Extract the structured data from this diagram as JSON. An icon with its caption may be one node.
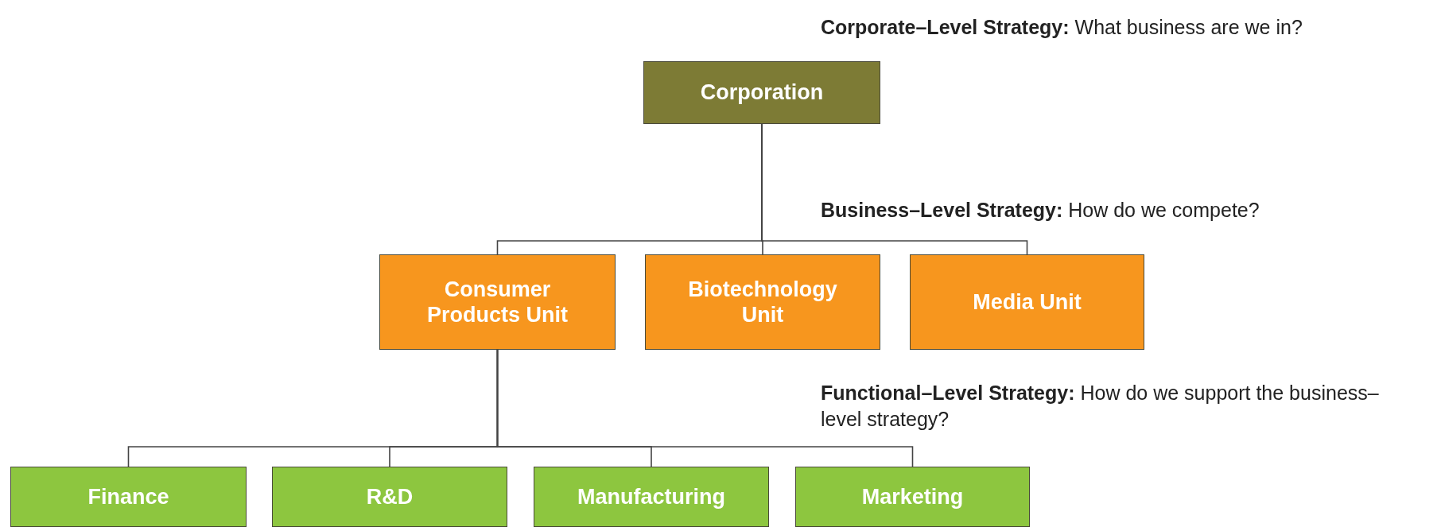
{
  "diagram": {
    "nodes": [
      {
        "text": [
          "Corporation"
        ]
      },
      {
        "text": [
          "Consumer Products Unit"
        ]
      },
      {
        "text": [
          "Biotechnology Unit"
        ]
      },
      {
        "text": [
          "Media Unit"
        ]
      },
      {
        "text": [
          "Finance"
        ]
      },
      {
        "text": [
          "R&D"
        ]
      },
      {
        "text": [
          "Manufacturing"
        ]
      },
      {
        "text": [
          "Marketing"
        ]
      }
    ],
    "edges": [
      {
        "from": 0,
        "to": 1,
        "arrow": "none"
      },
      {
        "from": 0,
        "to": 2,
        "arrow": "none"
      },
      {
        "from": 0,
        "to": 3,
        "arrow": "none"
      },
      {
        "from": 1,
        "to": 4,
        "arrow": "none"
      },
      {
        "from": 1,
        "to": 5,
        "arrow": "none"
      },
      {
        "from": 1,
        "to": 6,
        "arrow": "none"
      },
      {
        "from": 1,
        "to": 7,
        "arrow": "none"
      }
    ],
    "labels": [
      "**Corporate–Level Strategy:** What business are we in?",
      "**Business–Level Strategy:** How do we compete?",
      "**Functional–Level Strategy:** How do we support the business–level strategy?"
    ]
  }
}
